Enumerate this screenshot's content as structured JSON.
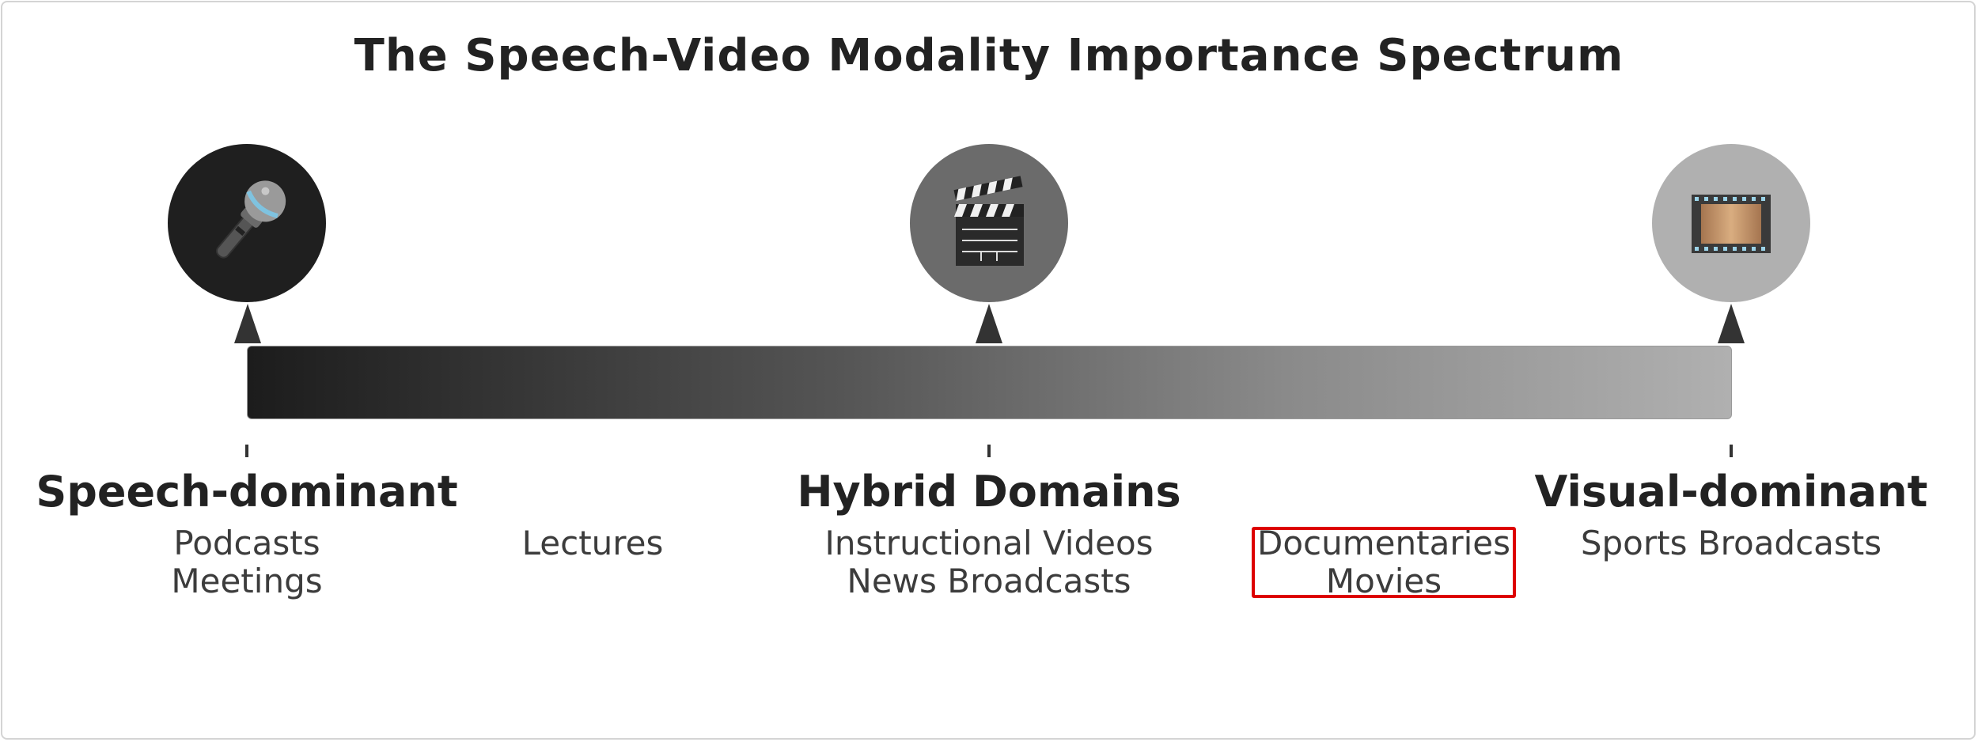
{
  "title": "The Speech-Video Modality Importance Spectrum",
  "colors": {
    "speech": "#1f1f1f",
    "hybrid": "#6b6b6b",
    "visual": "#b0b0b0",
    "highlight": "#dd0000"
  },
  "icons": {
    "speech": "microphone-icon",
    "hybrid": "clapperboard-icon",
    "visual": "film-strip-icon"
  },
  "categories": {
    "speech": {
      "title": "Speech-dominant",
      "examples": [
        "Podcasts",
        "Meetings"
      ]
    },
    "hybrid": {
      "title": "Hybrid Domains",
      "examples": [
        "Instructional Videos",
        "News Broadcasts"
      ]
    },
    "visual": {
      "title": "Visual-dominant",
      "examples": [
        "Sports Broadcasts"
      ]
    }
  },
  "intermediate": {
    "speech_hybrid": {
      "examples": [
        "Lectures"
      ]
    },
    "hybrid_visual": {
      "examples": [
        "Documentaries",
        "Movies"
      ],
      "highlighted": true
    }
  }
}
